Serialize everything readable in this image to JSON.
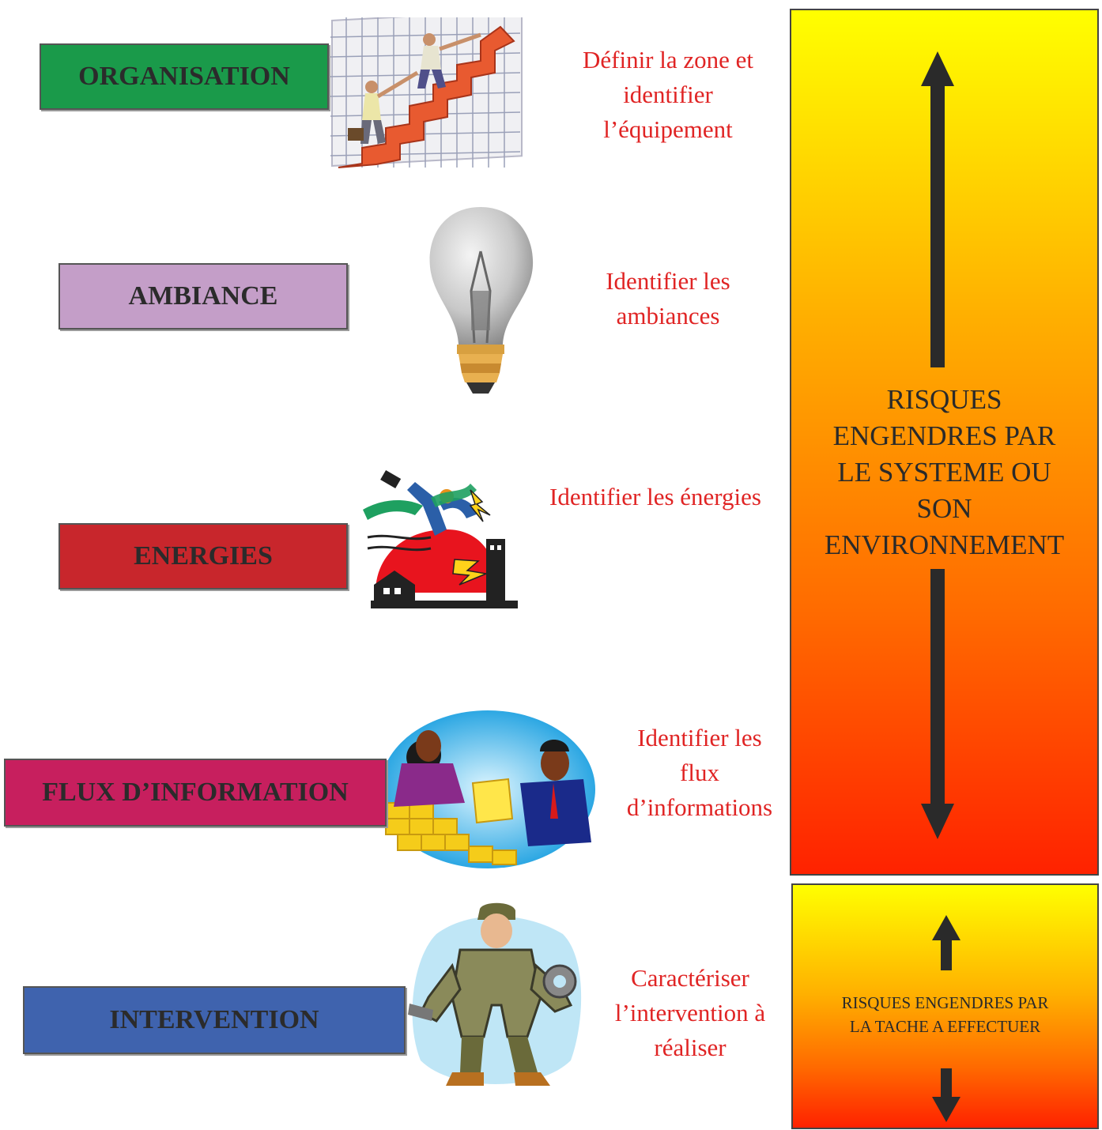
{
  "rows": [
    {
      "label": "ORGANISATION",
      "color": "#1a9a4a",
      "description_lines": [
        "Définir la zone et",
        "identifier",
        "l’équipement"
      ],
      "icon": "staircase-climbing-people-icon"
    },
    {
      "label": "AMBIANCE",
      "color": "#c49ec8",
      "description_lines": [
        "Identifier les",
        "ambiances"
      ],
      "icon": "light-bulb-icon"
    },
    {
      "label": "ENERGIES",
      "color": "#c8262c",
      "description_lines": [
        "Identifier les énergies"
      ],
      "icon": "energy-shock-icon"
    },
    {
      "label": "FLUX D’INFORMATION",
      "color": "#c71f5e",
      "description_lines": [
        "Identifier les",
        "flux",
        "d’informations"
      ],
      "icon": "information-exchange-icon"
    },
    {
      "label": "INTERVENTION",
      "color": "#3f63ae",
      "description_lines": [
        "Caractériser",
        "l’intervention à",
        "réaliser"
      ],
      "icon": "mechanic-worker-icon"
    }
  ],
  "risk_system": {
    "lines": [
      "RISQUES",
      "ENGENDRES PAR",
      "LE SYSTEME OU",
      "SON",
      "ENVIRONNEMENT"
    ],
    "gradient_top": "#ffff00",
    "gradient_bottom": "#ff2200"
  },
  "risk_task": {
    "lines": [
      "RISQUES ENGENDRES PAR",
      "LA TACHE A EFFECTUER"
    ],
    "gradient_top": "#ffff00",
    "gradient_bottom": "#ff2200"
  }
}
